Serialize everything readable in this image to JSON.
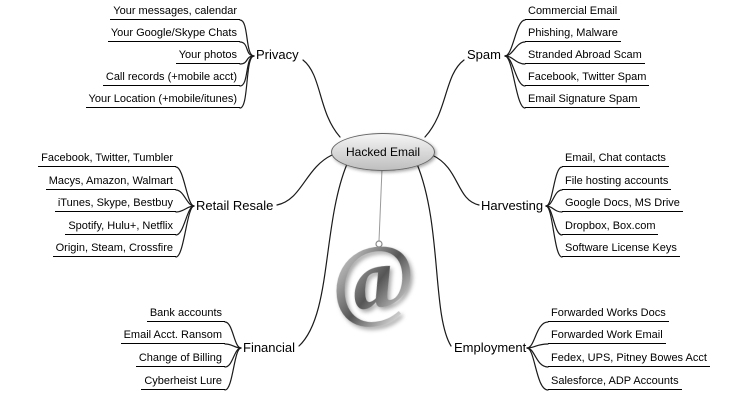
{
  "center": {
    "label": "Hacked Email"
  },
  "decoration": {
    "at_symbol": "@"
  },
  "branches": {
    "privacy": {
      "label": "Privacy",
      "items": [
        "Your messages, calendar",
        "Your Google/Skype Chats",
        "Your photos",
        "Call records (+mobile acct)",
        "Your Location (+mobile/itunes)"
      ]
    },
    "spam": {
      "label": "Spam",
      "items": [
        "Commercial Email",
        "Phishing, Malware",
        "Stranded Abroad Scam",
        "Facebook, Twitter Spam",
        "Email Signature Spam"
      ]
    },
    "retail_resale": {
      "label": "Retail Resale",
      "items": [
        "Facebook, Twitter, Tumbler",
        "Macys, Amazon, Walmart",
        "iTunes, Skype, Bestbuy",
        "Spotify, Hulu+, Netflix",
        "Origin, Steam, Crossfire"
      ]
    },
    "harvesting": {
      "label": "Harvesting",
      "items": [
        "Email, Chat contacts",
        "File hosting accounts",
        "Google Docs, MS Drive",
        "Dropbox, Box.com",
        "Software License Keys"
      ]
    },
    "financial": {
      "label": "Financial",
      "items": [
        "Bank accounts",
        "Email Acct. Ransom",
        "Change of Billing",
        "Cyberheist Lure"
      ]
    },
    "employment": {
      "label": "Employment",
      "items": [
        "Forwarded Works Docs",
        "Forwarded Work Email",
        "Fedex, UPS, Pitney Bowes Acct",
        "Salesforce, ADP Accounts"
      ]
    }
  }
}
